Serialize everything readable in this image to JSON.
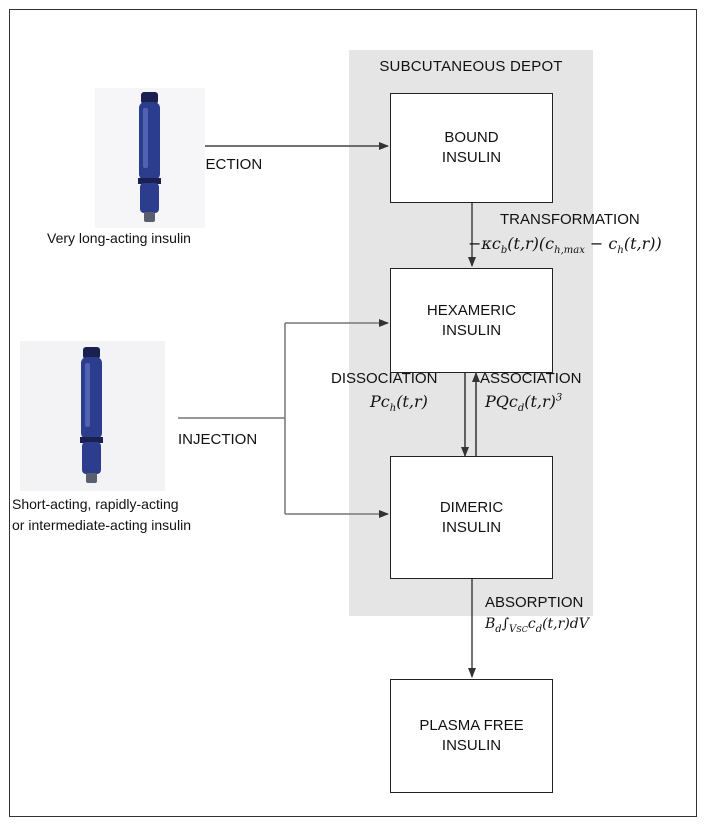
{
  "depot": {
    "title": "SUBCUTANEOUS DEPOT"
  },
  "boxes": {
    "bound": [
      "BOUND",
      "INSULIN"
    ],
    "hexameric": [
      "HEXAMERIC",
      "INSULIN"
    ],
    "dimeric": [
      "DIMERIC",
      "INSULIN"
    ],
    "plasma": [
      "PLASMA FREE",
      "INSULIN"
    ]
  },
  "labels": {
    "injection_top": "INJECTION",
    "injection_bottom": "INJECTION",
    "transformation": "TRANSFORMATION",
    "dissociation": "DISSOCIATION",
    "association": "ASSOCIATION",
    "absorption": "ABSORPTION"
  },
  "equations": {
    "transformation": "−κc_b(t,r)(c_h,max − c_h(t,r))",
    "dissociation": "Pc_h(t,r)",
    "association": "PQc_d(t,r)^3",
    "absorption": "B_d ∫_Vsc c_d(t,r)dV"
  },
  "captions": {
    "top_pen": "Very long-acting insulin",
    "bottom_pen": [
      "Short-acting, rapidly-acting",
      "or intermediate-acting insulin"
    ]
  },
  "colors": {
    "depot_bg": "#e5e5e5",
    "pen_blue": "#2b3d8c",
    "pen_dark": "#1a2150"
  }
}
